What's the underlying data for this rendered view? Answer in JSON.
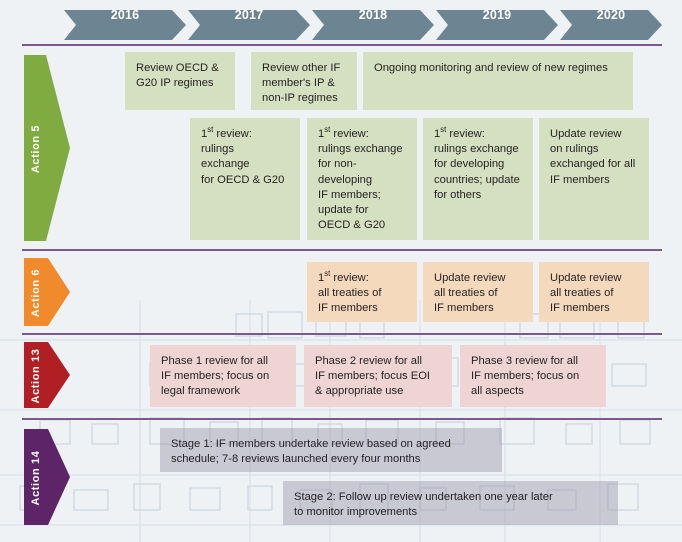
{
  "figure": {
    "title": "BEPS Minimum Standards Peer Review Timeline",
    "background_color": "#eef2f5",
    "divider_color": "#7a5a8e",
    "year_band_color": "#6d8592"
  },
  "timeline": {
    "years": [
      {
        "label": "2016"
      },
      {
        "label": "2017"
      },
      {
        "label": "2018"
      },
      {
        "label": "2019"
      },
      {
        "label": "2020"
      }
    ]
  },
  "actions": [
    {
      "id": "action-5",
      "label": "Action 5",
      "tag_color": "#7fab41",
      "box_color": "#d5e0c0",
      "boxes": [
        {
          "name": "review-oecd-g20-ip-regimes",
          "text": "Review OECD &\nG20 IP regimes"
        },
        {
          "name": "review-other-if-member-regimes",
          "text": "Review other IF\nmember's IP &\nnon-IP regimes"
        },
        {
          "name": "ongoing-monitoring-new-regimes",
          "text": "Ongoing monitoring and review of new regimes"
        },
        {
          "name": "first-review-rulings-oecd-g20",
          "text_pre": "1",
          "text_sup": "st",
          "text_post": " review:\nrulings\nexchange\nfor OECD & G20"
        },
        {
          "name": "first-review-rulings-non-developing",
          "text_pre": "1",
          "text_sup": "st",
          "text_post": " review:\nrulings exchange\nfor non-\ndeveloping\nIF members;\nupdate for\nOECD & G20"
        },
        {
          "name": "first-review-rulings-developing",
          "text_pre": "1",
          "text_sup": "st",
          "text_post": " review:\nrulings exchange\nfor developing\ncountries; update\nfor others"
        },
        {
          "name": "update-review-rulings-all-if",
          "text": "Update review\non rulings\nexchanged for all\nIF members"
        }
      ]
    },
    {
      "id": "action-6",
      "label": "Action 6",
      "tag_color": "#f08a2a",
      "box_color": "#f5d9bc",
      "boxes": [
        {
          "name": "first-review-all-treaties",
          "text_pre": "1",
          "text_sup": "st",
          "text_post": " review:\nall treaties of\nIF members"
        },
        {
          "name": "update-review-all-treaties-2019",
          "text": "Update review\nall treaties of\nIF members"
        },
        {
          "name": "update-review-all-treaties-2020",
          "text": "Update review\nall treaties of\nIF members"
        }
      ]
    },
    {
      "id": "action-13",
      "label": "Action 13",
      "tag_color": "#b01f24",
      "box_color": "#eed4d3",
      "boxes": [
        {
          "name": "phase-1-review",
          "text": "Phase 1 review for all\nIF members; focus on\nlegal framework"
        },
        {
          "name": "phase-2-review",
          "text": "Phase 2 review for all\nIF members; focus EOI\n& appropriate use"
        },
        {
          "name": "phase-3-review",
          "text": "Phase 3 review for all\nIF members; focus on\nall aspects"
        }
      ]
    },
    {
      "id": "action-14",
      "label": "Action 14",
      "tag_color": "#5d2468",
      "box_color": "#9691a8",
      "boxes": [
        {
          "name": "stage-1-review",
          "text": "Stage 1: IF members undertake review based on agreed\nschedule; 7-8 reviews launched every four months"
        },
        {
          "name": "stage-2-follow-up",
          "text": "Stage 2: Follow up review undertaken one year later\nto monitor improvements"
        }
      ]
    }
  ]
}
